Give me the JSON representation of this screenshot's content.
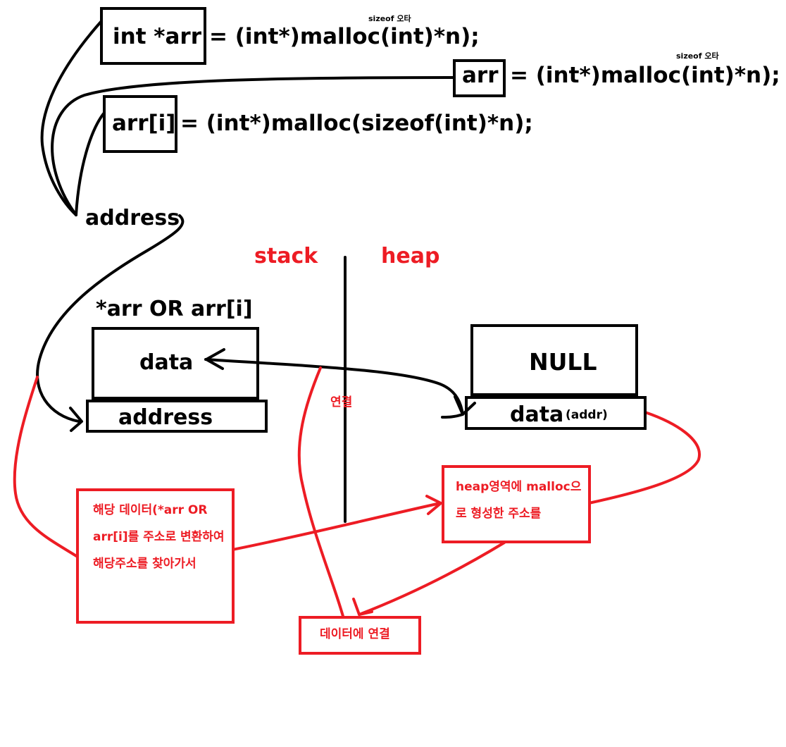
{
  "code_lines": {
    "line1_lhs": "int *arr",
    "line1_rhs": "= (int*)malloc(int)*n);",
    "line1_note": "sizeof 오타",
    "line2_lhs": "arr",
    "line2_rhs": "= (int*)malloc(int)*n);",
    "line2_note": "sizeof 오타",
    "line3_lhs": "arr[i]",
    "line3_rhs": "= (int*)malloc(sizeof(int)*n);"
  },
  "address_label": "address",
  "regions": {
    "stack": "stack",
    "heap": "heap"
  },
  "stack_block": {
    "title": "*arr OR arr[i]",
    "data": "data",
    "address": "address"
  },
  "heap_block": {
    "top": "NULL",
    "data": "data",
    "addr": "(addr)"
  },
  "link_label": "연결",
  "notes": {
    "left": "해당 데이터(*arr OR arr[i]를 주소로 변환하여 해당주소를 찾아가서",
    "right": "heap영역에 malloc으로 형성한 주소를",
    "bottom": "데이터에 연결"
  },
  "colors": {
    "ink": "#000000",
    "annotation": "#ed1c24",
    "background": "#ffffff"
  }
}
